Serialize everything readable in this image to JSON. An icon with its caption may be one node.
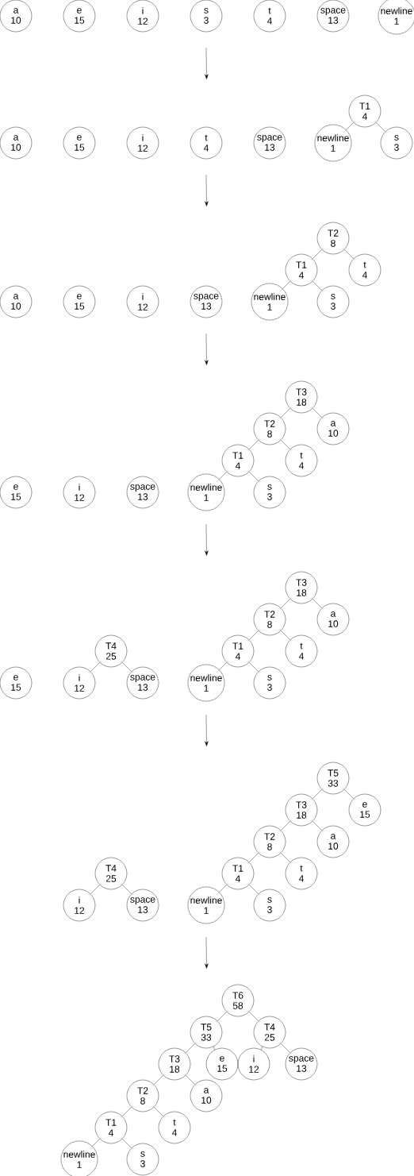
{
  "diagram": {
    "nodes": [
      {
        "text": [
          "a",
          "10"
        ]
      },
      {
        "text": [
          "e",
          "15"
        ]
      },
      {
        "text": [
          "i",
          "12"
        ]
      },
      {
        "text": [
          "s",
          "3"
        ]
      },
      {
        "text": [
          "t",
          "4"
        ]
      },
      {
        "text": [
          "space",
          "13"
        ]
      },
      {
        "text": [
          "newline",
          "1"
        ]
      },
      {
        "text": [
          "T1",
          "4"
        ]
      },
      {
        "text": [
          "a",
          "10"
        ]
      },
      {
        "text": [
          "e",
          "15"
        ]
      },
      {
        "text": [
          "i",
          "12"
        ]
      },
      {
        "text": [
          "t",
          "4"
        ]
      },
      {
        "text": [
          "space",
          "13"
        ]
      },
      {
        "text": [
          "newline",
          "1"
        ]
      },
      {
        "text": [
          "s",
          "3"
        ]
      },
      {
        "text": [
          "T2",
          "8"
        ]
      },
      {
        "text": [
          "T1",
          "4"
        ]
      },
      {
        "text": [
          "t",
          "4"
        ]
      },
      {
        "text": [
          "a",
          "10"
        ]
      },
      {
        "text": [
          "e",
          "15"
        ]
      },
      {
        "text": [
          "i",
          "12"
        ]
      },
      {
        "text": [
          "space",
          "13"
        ]
      },
      {
        "text": [
          "newline",
          "1"
        ]
      },
      {
        "text": [
          "s",
          "3"
        ]
      },
      {
        "text": [
          "T3",
          "18"
        ]
      },
      {
        "text": [
          "T2",
          "8"
        ]
      },
      {
        "text": [
          "a",
          "10"
        ]
      },
      {
        "text": [
          "T1",
          "4"
        ]
      },
      {
        "text": [
          "t",
          "4"
        ]
      },
      {
        "text": [
          "e",
          "15"
        ]
      },
      {
        "text": [
          "i",
          "12"
        ]
      },
      {
        "text": [
          "space",
          "13"
        ]
      },
      {
        "text": [
          "newline",
          "1"
        ]
      },
      {
        "text": [
          "s",
          "3"
        ]
      },
      {
        "text": [
          "T3",
          "18"
        ]
      },
      {
        "text": [
          "T2",
          "8"
        ]
      },
      {
        "text": [
          "a",
          "10"
        ]
      },
      {
        "text": [
          "T4",
          "25"
        ]
      },
      {
        "text": [
          "T1",
          "4"
        ]
      },
      {
        "text": [
          "t",
          "4"
        ]
      },
      {
        "text": [
          "e",
          "15"
        ]
      },
      {
        "text": [
          "i",
          "12"
        ]
      },
      {
        "text": [
          "space",
          "13"
        ]
      },
      {
        "text": [
          "newline",
          "1"
        ]
      },
      {
        "text": [
          "s",
          "3"
        ]
      },
      {
        "text": [
          "T5",
          "33"
        ]
      },
      {
        "text": [
          "T3",
          "18"
        ]
      },
      {
        "text": [
          "e",
          "15"
        ]
      },
      {
        "text": [
          "T2",
          "8"
        ]
      },
      {
        "text": [
          "a",
          "10"
        ]
      },
      {
        "text": [
          "T4",
          "25"
        ]
      },
      {
        "text": [
          "T1",
          "4"
        ]
      },
      {
        "text": [
          "t",
          "4"
        ]
      },
      {
        "text": [
          "i",
          "12"
        ]
      },
      {
        "text": [
          "space",
          "13"
        ]
      },
      {
        "text": [
          "newline",
          "1"
        ]
      },
      {
        "text": [
          "s",
          "3"
        ]
      },
      {
        "text": [
          "T6",
          "58"
        ]
      },
      {
        "text": [
          "T5",
          "33"
        ]
      },
      {
        "text": [
          "T4",
          "25"
        ]
      },
      {
        "text": [
          "T3",
          "18"
        ]
      },
      {
        "text": [
          "e",
          "15"
        ]
      },
      {
        "text": [
          "i",
          "12"
        ]
      },
      {
        "text": [
          "space",
          "13"
        ]
      },
      {
        "text": [
          "T2",
          "8"
        ]
      },
      {
        "text": [
          "a",
          "10"
        ]
      },
      {
        "text": [
          "T1",
          "4"
        ]
      },
      {
        "text": [
          "t",
          "4"
        ]
      },
      {
        "text": [
          "newline",
          "1"
        ]
      },
      {
        "text": [
          "s",
          "3"
        ]
      }
    ],
    "edges": [
      {
        "from": 7,
        "to": 13,
        "arrow": "none"
      },
      {
        "from": 7,
        "to": 14,
        "arrow": "none"
      },
      {
        "from": 15,
        "to": 16,
        "arrow": "none"
      },
      {
        "from": 15,
        "to": 17,
        "arrow": "none"
      },
      {
        "from": 16,
        "to": 22,
        "arrow": "none"
      },
      {
        "from": 16,
        "to": 23,
        "arrow": "none"
      },
      {
        "from": 24,
        "to": 25,
        "arrow": "none"
      },
      {
        "from": 24,
        "to": 26,
        "arrow": "none"
      },
      {
        "from": 25,
        "to": 27,
        "arrow": "none"
      },
      {
        "from": 25,
        "to": 28,
        "arrow": "none"
      },
      {
        "from": 27,
        "to": 32,
        "arrow": "none"
      },
      {
        "from": 27,
        "to": 33,
        "arrow": "none"
      },
      {
        "from": 34,
        "to": 35,
        "arrow": "none"
      },
      {
        "from": 34,
        "to": 36,
        "arrow": "none"
      },
      {
        "from": 35,
        "to": 38,
        "arrow": "none"
      },
      {
        "from": 35,
        "to": 39,
        "arrow": "none"
      },
      {
        "from": 37,
        "to": 41,
        "arrow": "none"
      },
      {
        "from": 37,
        "to": 42,
        "arrow": "none"
      },
      {
        "from": 38,
        "to": 43,
        "arrow": "none"
      },
      {
        "from": 38,
        "to": 44,
        "arrow": "none"
      },
      {
        "from": 45,
        "to": 46,
        "arrow": "none"
      },
      {
        "from": 45,
        "to": 47,
        "arrow": "none"
      },
      {
        "from": 46,
        "to": 48,
        "arrow": "none"
      },
      {
        "from": 46,
        "to": 49,
        "arrow": "none"
      },
      {
        "from": 48,
        "to": 51,
        "arrow": "none"
      },
      {
        "from": 48,
        "to": 52,
        "arrow": "none"
      },
      {
        "from": 50,
        "to": 53,
        "arrow": "none"
      },
      {
        "from": 50,
        "to": 54,
        "arrow": "none"
      },
      {
        "from": 51,
        "to": 55,
        "arrow": "none"
      },
      {
        "from": 51,
        "to": 56,
        "arrow": "none"
      },
      {
        "from": 57,
        "to": 58,
        "arrow": "none"
      },
      {
        "from": 57,
        "to": 59,
        "arrow": "none"
      },
      {
        "from": 58,
        "to": 60,
        "arrow": "none"
      },
      {
        "from": 58,
        "to": 61,
        "arrow": "none"
      },
      {
        "from": 59,
        "to": 62,
        "arrow": "none"
      },
      {
        "from": 59,
        "to": 63,
        "arrow": "none"
      },
      {
        "from": 60,
        "to": 64,
        "arrow": "none"
      },
      {
        "from": 60,
        "to": 65,
        "arrow": "none"
      },
      {
        "from": 64,
        "to": 66,
        "arrow": "none"
      },
      {
        "from": 64,
        "to": 67,
        "arrow": "none"
      },
      {
        "from": 66,
        "to": 68,
        "arrow": "none"
      },
      {
        "from": 66,
        "to": 69,
        "arrow": "none"
      }
    ]
  }
}
